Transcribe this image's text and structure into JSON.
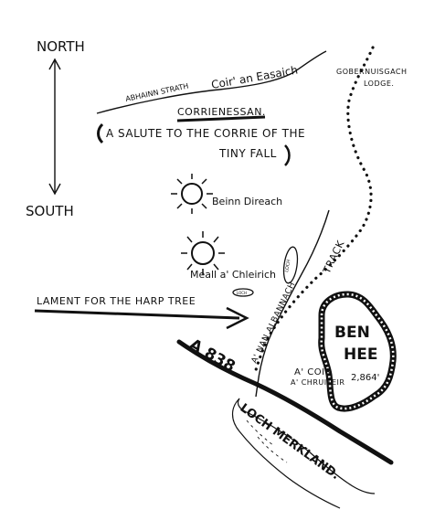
{
  "compass": {
    "north": "NORTH",
    "south": "SOUTH"
  },
  "places": {
    "abhainn_strath": "ABHAINN STRATH",
    "coir_an_easaich": "Coir' an Easaich",
    "gobernuisgach_1": "GOBERNUISGACH",
    "gobernuisgach_2": "LODGE.",
    "beinn_direach": "Beinn Direach",
    "meall_chleirich": "Meall a' Chleirich",
    "loch_small": "LOCH",
    "loch_tiny": "LOCH",
    "track": "TRACK",
    "a_nan_albannach": "A' NAN ALBANNACH",
    "ben": "BEN",
    "hee": "HEE",
    "height": "2,864'",
    "a_coir": "A' COIR",
    "a_chruiteir": "A' CHRUITEIR",
    "road": "A 838",
    "loch_merkland": "LOCH MERKLAND."
  },
  "tunes": {
    "corrienessan": "CORRIENESSAN.",
    "salute_1": "A SALUTE TO THE CORRIE OF THE",
    "salute_2": "TINY FALL",
    "lament": "LAMENT FOR THE HARP TREE"
  }
}
